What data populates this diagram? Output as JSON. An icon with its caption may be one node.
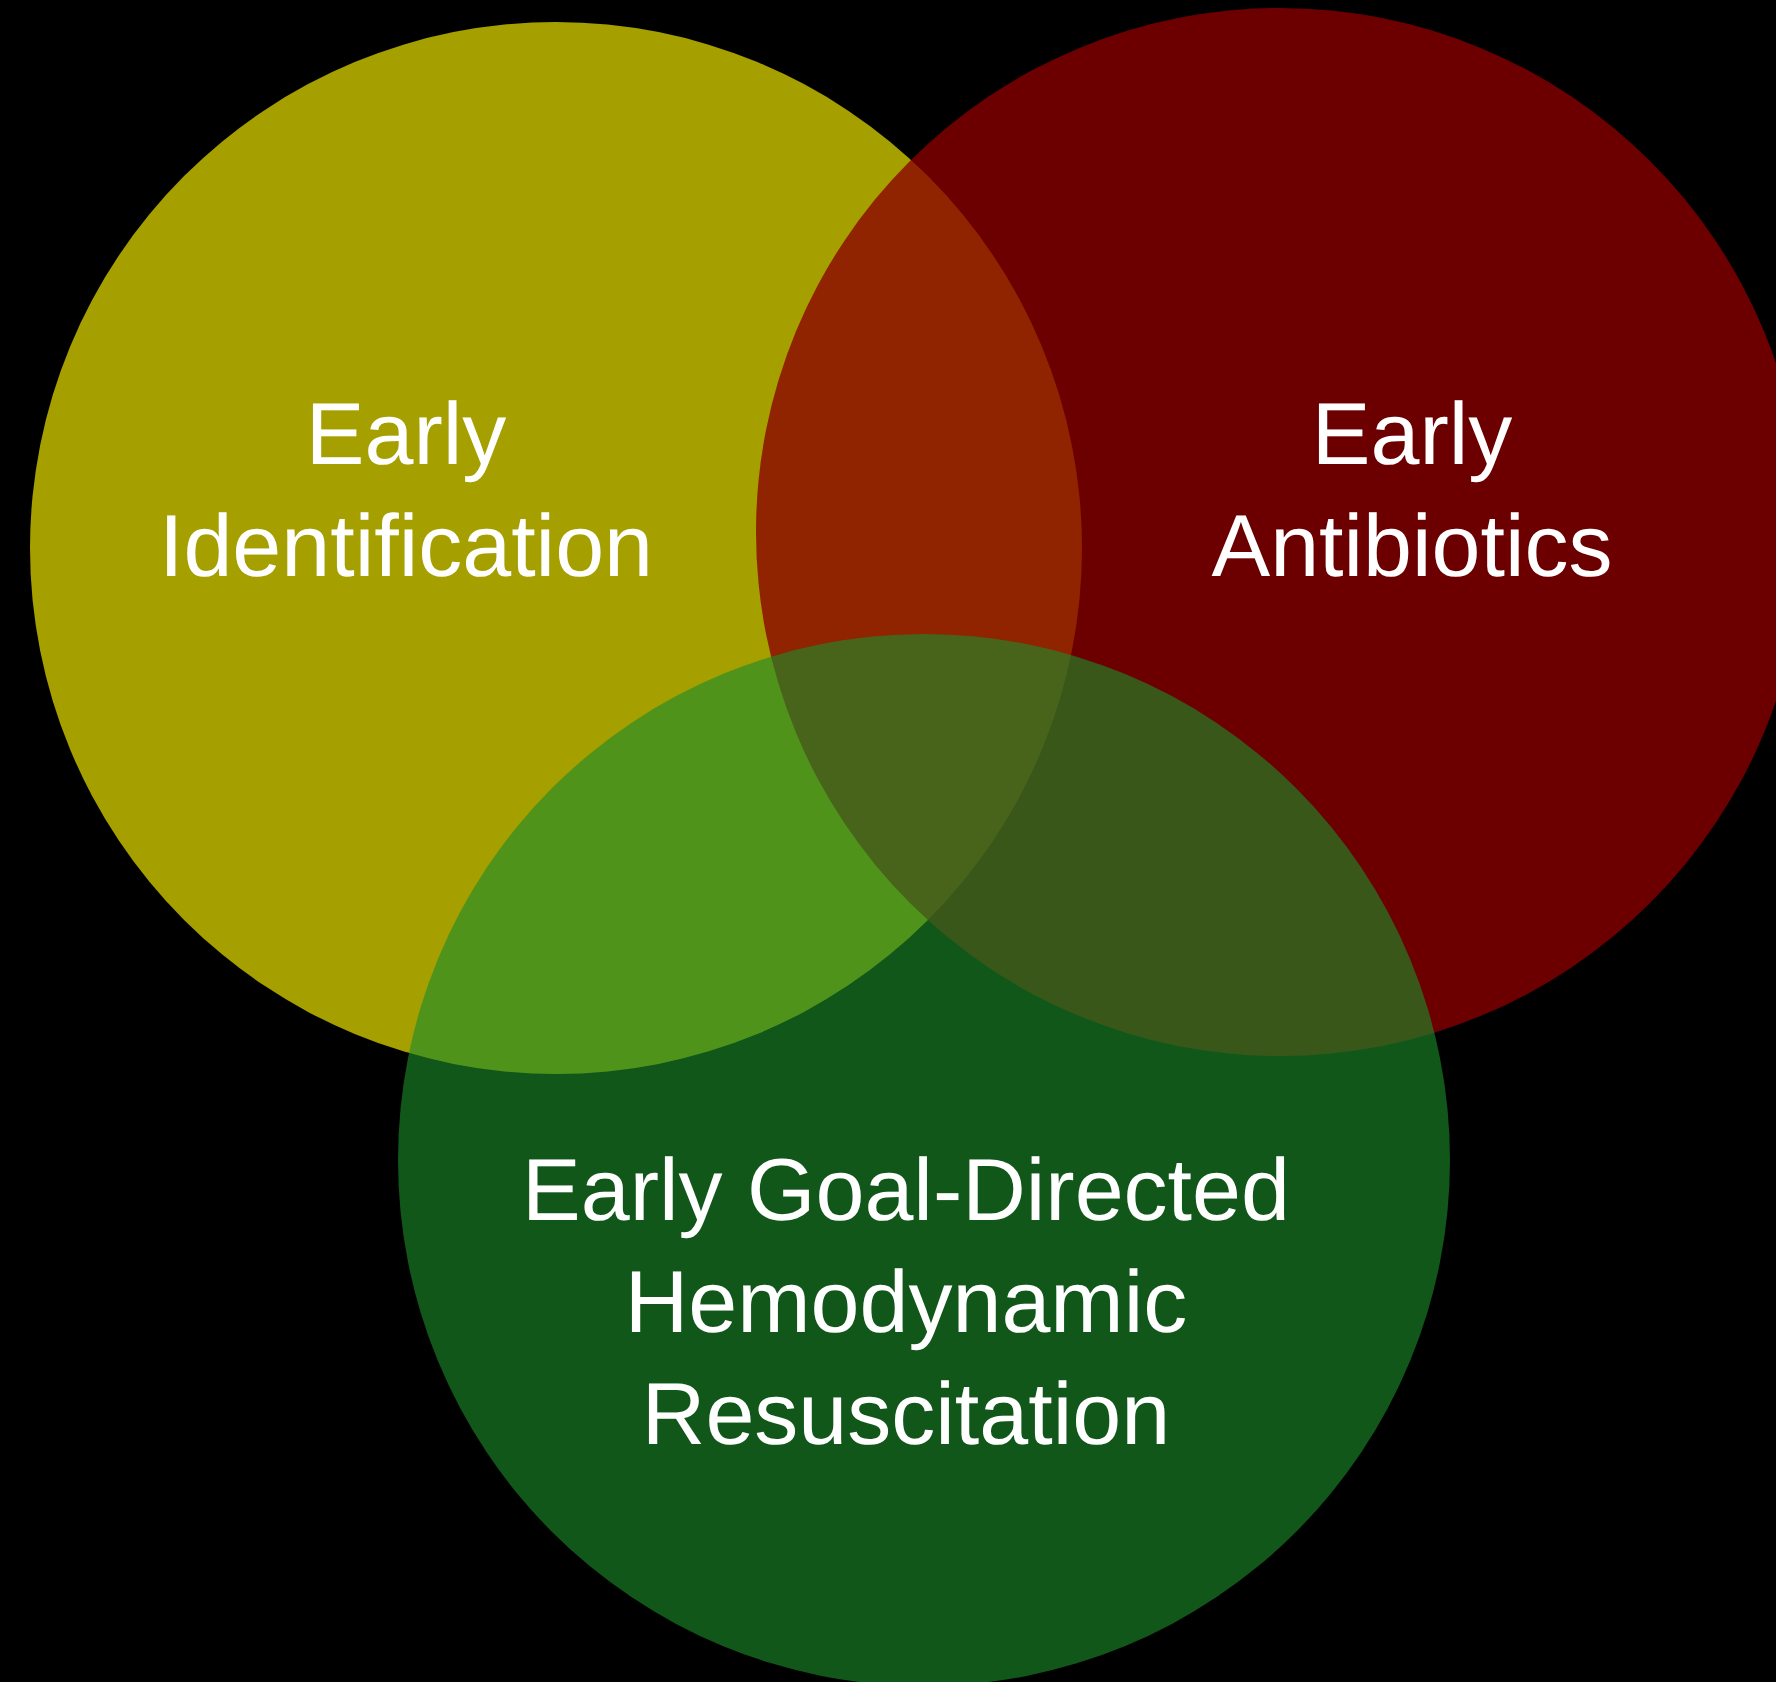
{
  "diagram": {
    "nodes": [
      {
        "text": [
          "Early Identification"
        ]
      },
      {
        "text": [
          "Early Antibiotics"
        ]
      },
      {
        "text": [
          "Early Goal-Directed Hemodynamic Resuscitation"
        ]
      }
    ]
  }
}
